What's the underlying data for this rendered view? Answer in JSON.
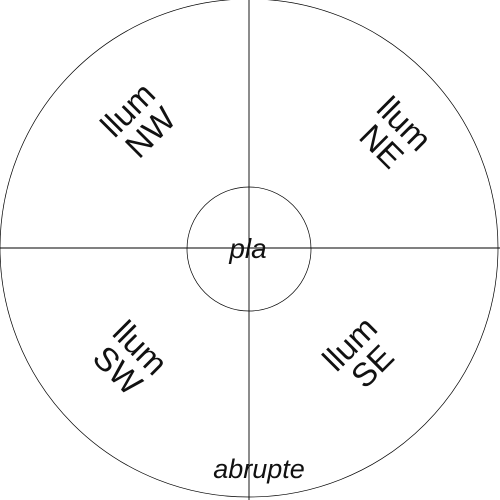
{
  "diagram": {
    "center_label": "pla",
    "bottom_label": "abrupte",
    "quadrants": {
      "nw": {
        "line1": "llum",
        "line2": "NW"
      },
      "ne": {
        "line1": "llum",
        "line2": "NE"
      },
      "sw": {
        "line1": "llum",
        "line2": "SW"
      },
      "se": {
        "line1": "llum",
        "line2": "SE"
      }
    },
    "colors": {
      "line": "#000000",
      "text": "#111111",
      "background": "#ffffff"
    }
  }
}
